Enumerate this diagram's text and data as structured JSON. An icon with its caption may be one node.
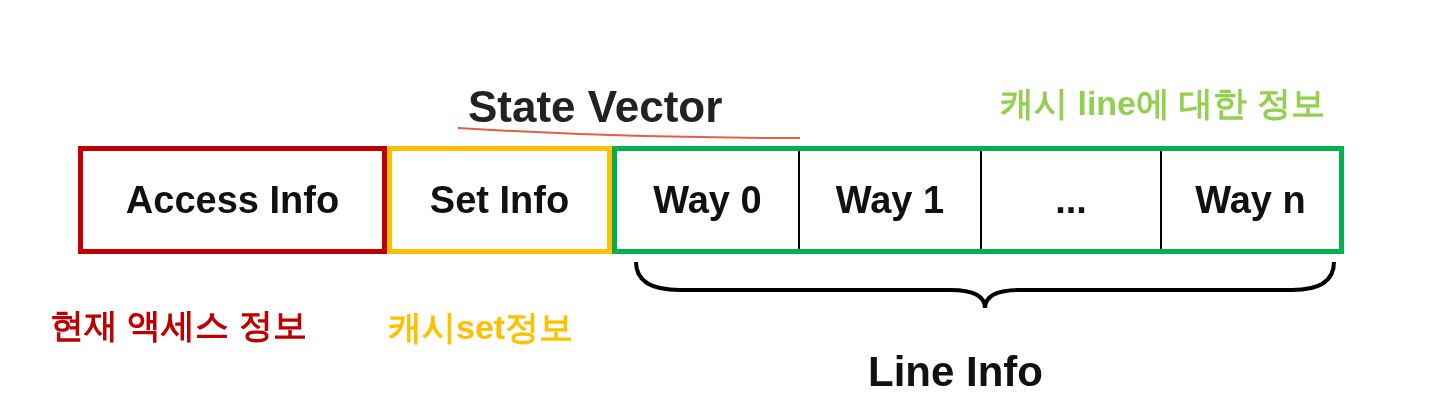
{
  "diagram": {
    "title": "State Vector",
    "nodes": [
      {
        "text": [
          "Access Info"
        ],
        "beside": [
          "현재 액세스 정보"
        ]
      },
      {
        "text": [
          "Set Info"
        ],
        "beside": [
          "캐시set정보"
        ]
      },
      {
        "text": [],
        "shape": "box",
        "beside": [
          "캐시 line에 대한 정보"
        ]
      },
      {
        "text": [
          "Way 0"
        ],
        "in": 2
      },
      {
        "text": [
          "Way 1"
        ],
        "in": 2
      },
      {
        "text": [
          "..."
        ],
        "in": 2
      },
      {
        "text": [
          "Way n"
        ],
        "in": 2
      }
    ],
    "edges": [],
    "labels": [
      "Line Info"
    ]
  }
}
